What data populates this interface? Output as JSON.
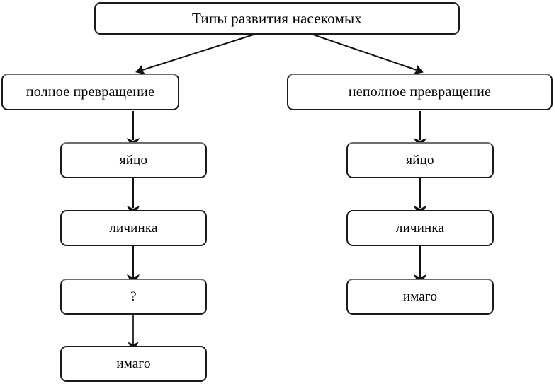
{
  "diagram": {
    "title_node": {
      "text": "Типы развития насекомых",
      "name": "node-title"
    },
    "branches": [
      {
        "text": "полное превращение",
        "name": "node-complete-metamorphosis"
      },
      {
        "text": "неполное превращение",
        "name": "node-incomplete-metamorphosis"
      }
    ],
    "left_chain": [
      {
        "text": "яйцо"
      },
      {
        "text": "личинка"
      },
      {
        "text": "?"
      },
      {
        "text": "имаго"
      }
    ],
    "right_chain": [
      {
        "text": "яйцо"
      },
      {
        "text": "личинка"
      },
      {
        "text": "имаго"
      }
    ],
    "style": {
      "border_color": "#1a1a1a",
      "soft_border_color": "#6e6e6e",
      "background": "#ffffff",
      "text_color": "#000000",
      "arrow_color": "#111111"
    },
    "connectors": [
      {
        "name": "arrow-title-to-complete",
        "kind": "diagonal-down-left"
      },
      {
        "name": "arrow-title-to-incomplete",
        "kind": "diagonal-down-right"
      },
      {
        "name": "arrow-complete-to-egg",
        "kind": "vertical-down"
      },
      {
        "name": "arrow-egg-to-larva-left",
        "kind": "vertical-down"
      },
      {
        "name": "arrow-larva-to-unknown-left",
        "kind": "vertical-down"
      },
      {
        "name": "arrow-unknown-to-imago-left",
        "kind": "vertical-down"
      },
      {
        "name": "arrow-incomplete-to-egg",
        "kind": "vertical-down"
      },
      {
        "name": "arrow-egg-to-larva-right",
        "kind": "vertical-down"
      },
      {
        "name": "arrow-larva-to-imago-right",
        "kind": "vertical-down"
      }
    ]
  }
}
